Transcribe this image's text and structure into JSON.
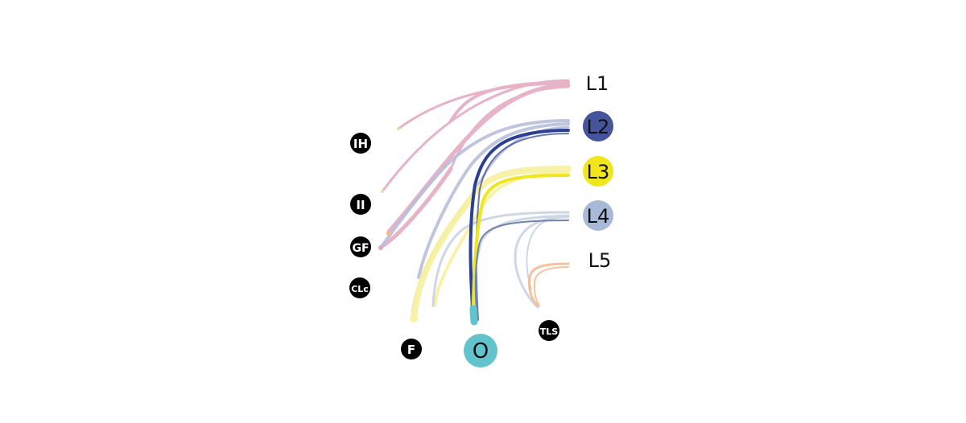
{
  "diagram": {
    "root_labels": [
      {
        "id": "L1",
        "text": "L1",
        "fill": "none"
      },
      {
        "id": "L2",
        "text": "L2",
        "fill": "#46559b"
      },
      {
        "id": "L3",
        "text": "L3",
        "fill": "#f1e61c"
      },
      {
        "id": "L4",
        "text": "L4",
        "fill": "#a7b9d6"
      },
      {
        "id": "L5",
        "text": "L5",
        "fill": "none"
      }
    ],
    "nerve_labels": [
      {
        "id": "IH",
        "text": "IH"
      },
      {
        "id": "II",
        "text": "II"
      },
      {
        "id": "GF",
        "text": "GF"
      },
      {
        "id": "CLc",
        "text": "CLc"
      },
      {
        "id": "F",
        "text": "F"
      },
      {
        "id": "O",
        "text": "O"
      },
      {
        "id": "TLS",
        "text": "TLS"
      }
    ],
    "colors": {
      "L1": "#e3a6bd",
      "L2": "#2b3f94",
      "L2_light": "#b9bfdc",
      "L3": "#f1e61c",
      "L3_light": "#f8f2a4",
      "L4": "#8fa6c8",
      "L4_light": "#c9d3e3",
      "L5": "#f5b88c",
      "obturator": "#62c3cc",
      "badge": "#000000"
    }
  }
}
